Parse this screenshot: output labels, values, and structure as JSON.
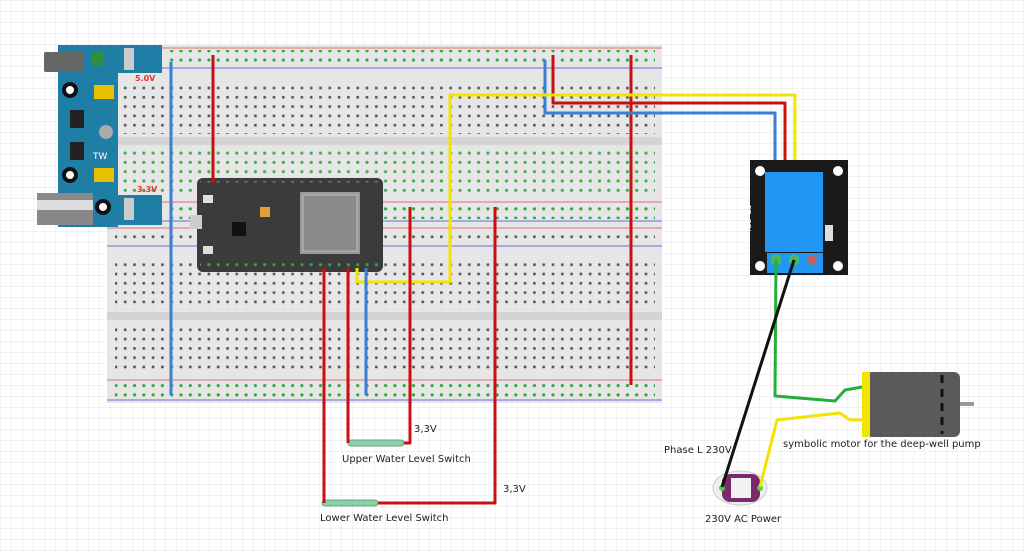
{
  "labels": {
    "power_5v": "5.0V",
    "power_3v3": "3.3V",
    "upper_voltage": "3,3V",
    "upper_switch": "Upper Water Level Switch",
    "lower_voltage": "3,3V",
    "lower_switch": "Lower Water Level Switch",
    "phase": "Phase L 230V",
    "motor": "symbolic motor for the deep-well pump",
    "ac_power": "230V AC Power",
    "relay_name": "FE_SRly",
    "power_module_logo": "TW"
  },
  "colors": {
    "breadboard": "#e4e4e4",
    "power_module": "#1e7ea6",
    "esp32": "#3b3b3b",
    "relay_board": "#1a1a1a",
    "relay_coil": "#2196f3",
    "wire_red": "#c81010",
    "wire_blue": "#3a7fd0",
    "wire_yellow": "#f2e400",
    "wire_green": "#22b03a",
    "wire_black": "#111111",
    "motor_body": "#5a5a5a",
    "ac_connector": "#7a2a6a"
  }
}
